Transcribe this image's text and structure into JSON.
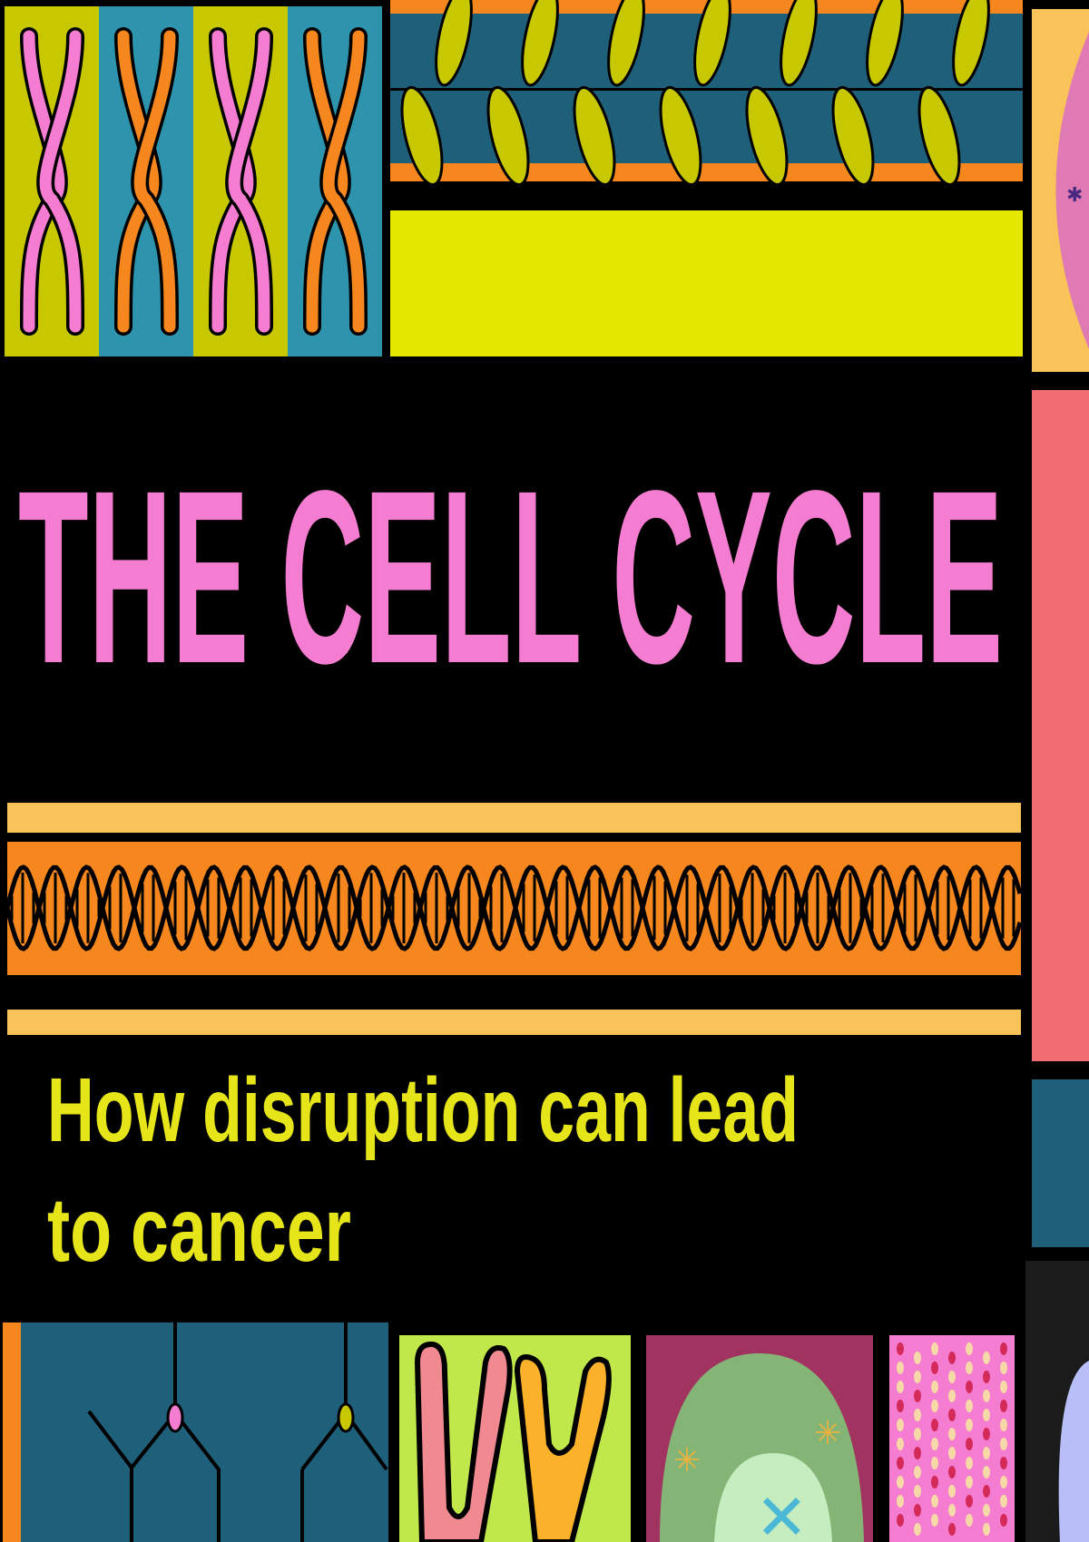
{
  "title": "THE CELL CYCLE",
  "subtitle": {
    "line1": "How disruption can lead",
    "line2": "to cancer"
  },
  "colors": {
    "background": "#000000",
    "title": "#f57dd1",
    "subtitle": "#e6e51a",
    "olive": "#c8c800",
    "teal": "#2e93ad",
    "dark_teal": "#1e5f7a",
    "orange": "#f5871e",
    "yellow": "#e4e800",
    "gold": "#f9c35a",
    "pink": "#f57dd1",
    "salmon": "#f26d72",
    "lime": "#c0e84a",
    "magenta": "#a03360"
  }
}
